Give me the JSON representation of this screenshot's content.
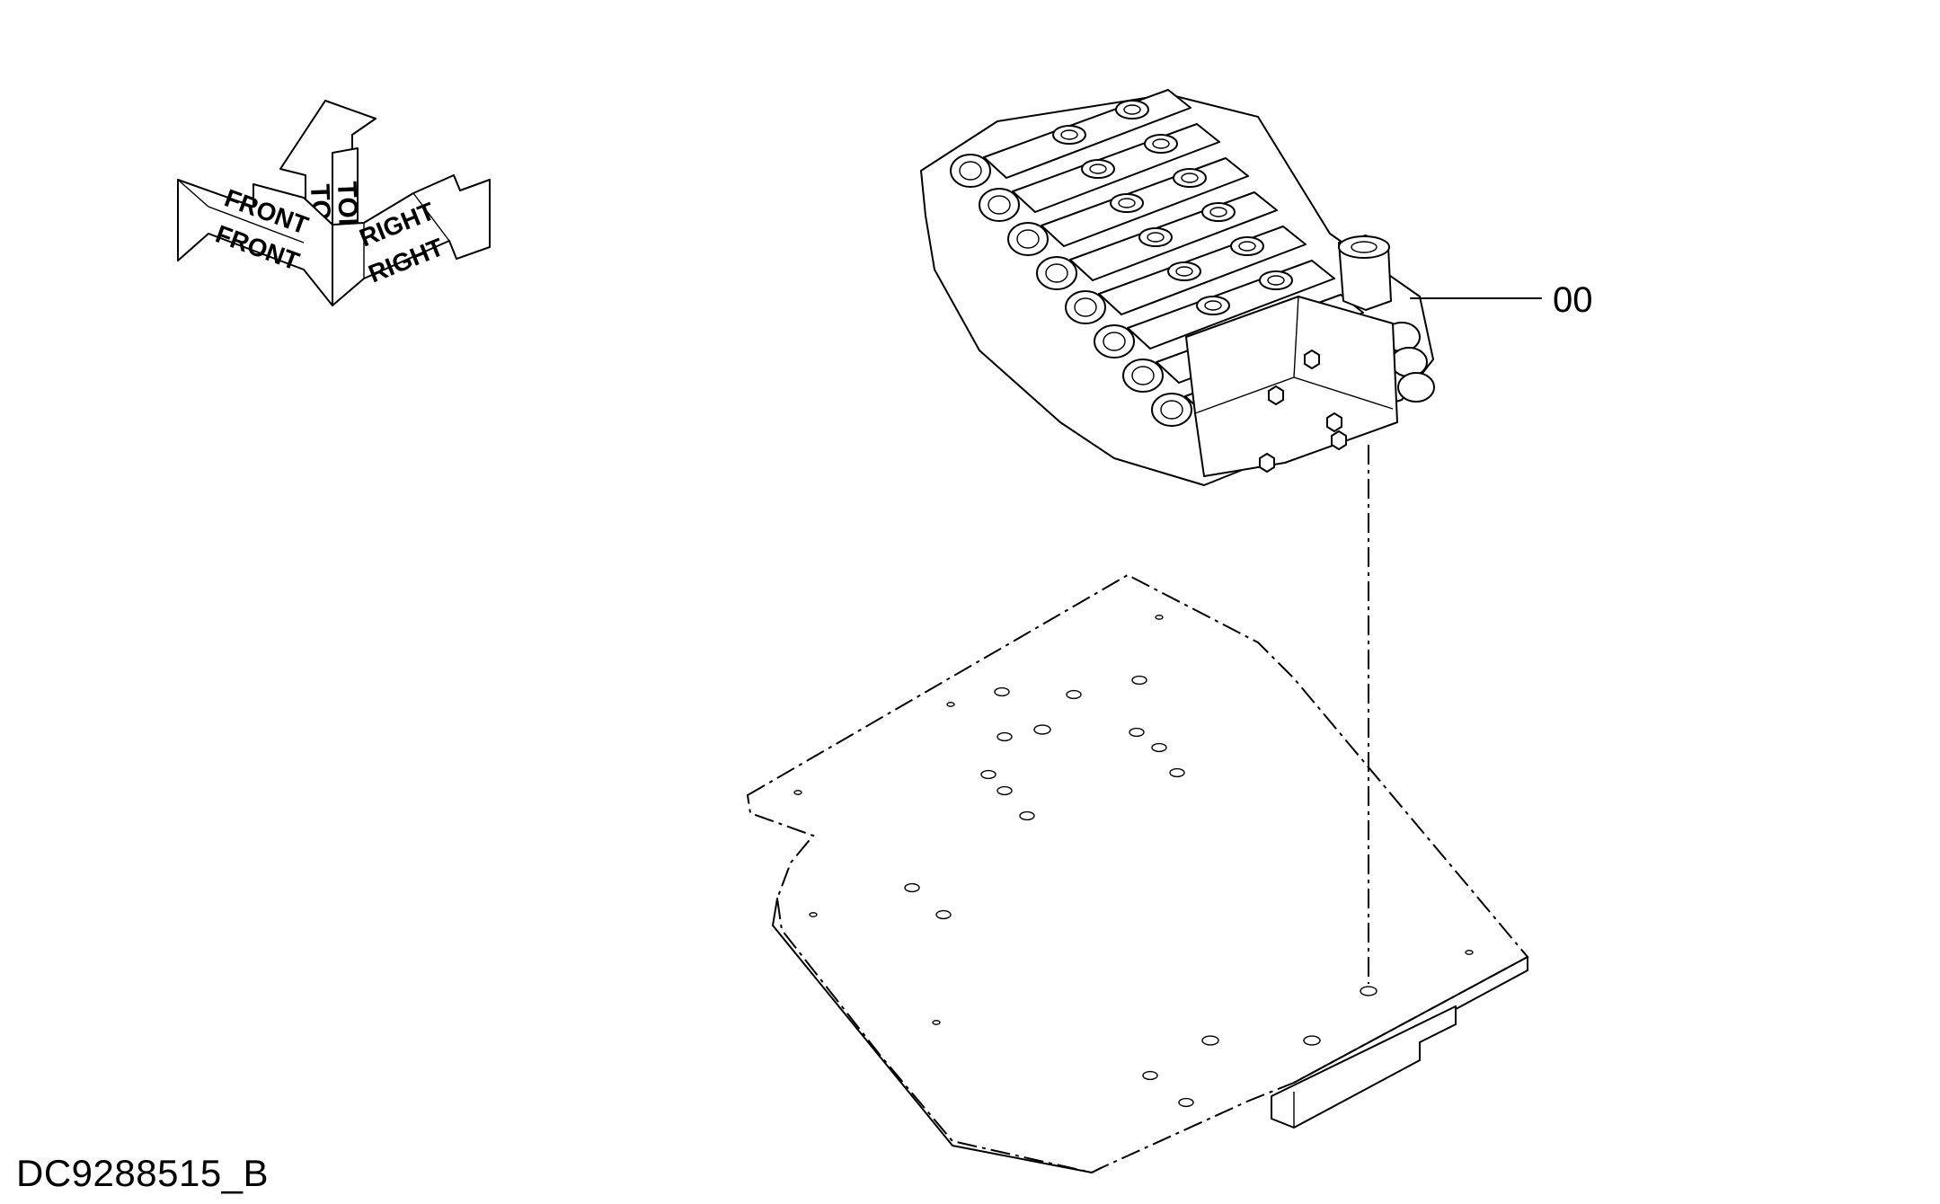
{
  "orientation": {
    "top_label": "TOP",
    "front_label": "FRONT",
    "right_label": "RIGHT"
  },
  "callouts": [
    {
      "label": "00"
    }
  ],
  "drawing_id": "DC9288515_B"
}
